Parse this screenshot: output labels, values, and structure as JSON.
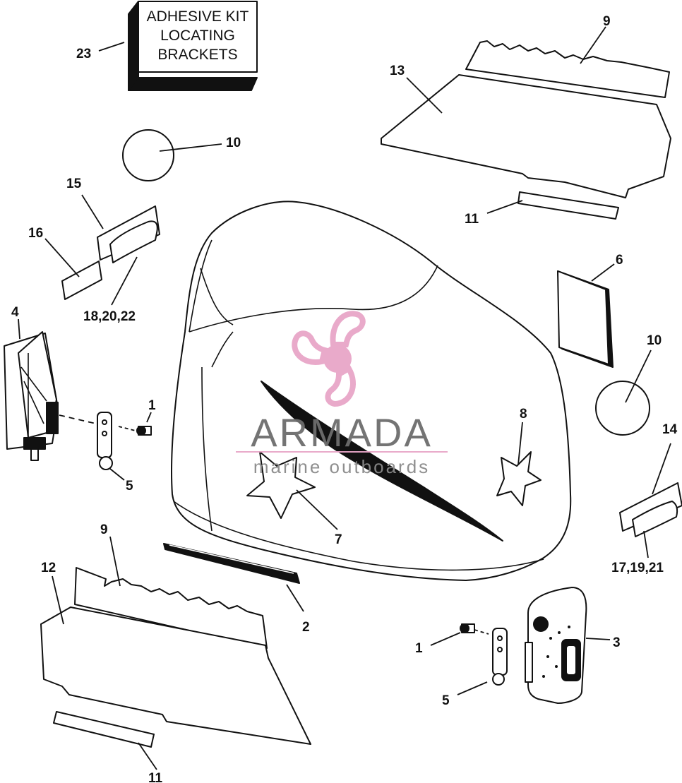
{
  "kit_box": {
    "lines": [
      "ADHESIVE KIT",
      "LOCATING",
      "BRACKETS"
    ]
  },
  "callouts": {
    "c23": "23",
    "c9_top": "9",
    "c13": "13",
    "c10_top": "10",
    "c15": "15",
    "c16": "16",
    "c18_20_22": "18,20,22",
    "c11_top": "11",
    "c6": "6",
    "c4": "4",
    "c10_right": "10",
    "c1_left": "1",
    "c5_left": "5",
    "c8": "8",
    "c14": "14",
    "c7": "7",
    "c17_19_21": "17,19,21",
    "c9_bottom": "9",
    "c12": "12",
    "c2": "2",
    "c3": "3",
    "c1_right": "1",
    "c5_right": "5",
    "c11_bottom": "11"
  },
  "watermark": {
    "name": "ARMADA",
    "tagline": "marine outboards",
    "logo_color": "#e8a6c8",
    "text_color": "#6d6d6d"
  }
}
